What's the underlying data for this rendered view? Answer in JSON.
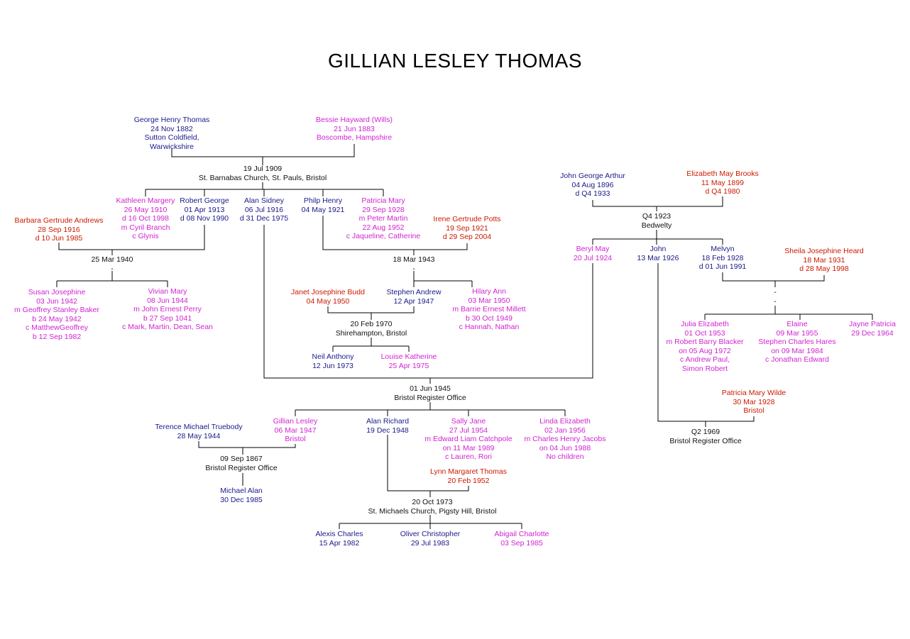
{
  "title": "GILLIAN LESLEY THOMAS",
  "colors": {
    "navy": "#1a1a8a",
    "magenta": "#d024d0",
    "red": "#cc1a00",
    "black": "#111111"
  },
  "people": {
    "george_henry": {
      "color": "navy",
      "lines": [
        "George Henry Thomas",
        "24 Nov 1882",
        "Sutton Coldfield,",
        "Warwickshire"
      ]
    },
    "bessie": {
      "color": "magenta",
      "lines": [
        "Bessie Hayward (Wills)",
        "21 Jun 1883",
        "Boscombe, Hampshire"
      ]
    },
    "m1909": {
      "color": "black",
      "lines": [
        "19 Jul 1909",
        "St. Barnabas Church, St. Pauls, Bristol"
      ]
    },
    "kathleen": {
      "color": "magenta",
      "lines": [
        "Kathleen Margery",
        "26 May 1910",
        "d 16 Oct 1998",
        "m Cyril Branch",
        "c Glynis"
      ]
    },
    "robert_george": {
      "color": "navy",
      "lines": [
        "Robert George",
        "01 Apr 1913",
        "d 08 Nov 1990"
      ]
    },
    "alan_sidney": {
      "color": "navy",
      "lines": [
        "Alan Sidney",
        "06 Jul 1916",
        "d 31 Dec 1975"
      ]
    },
    "philip_henry": {
      "color": "navy",
      "lines": [
        "Philp Henry",
        "04 May 1921"
      ]
    },
    "patricia_mary": {
      "color": "magenta",
      "lines": [
        "Patricia Mary",
        "29 Sep 1928",
        "m Peter Martin",
        "22 Aug 1952",
        "c Jaqueline, Catherine"
      ]
    },
    "barbara": {
      "color": "red",
      "lines": [
        "Barbara Gertrude Andrews",
        "28 Sep 1916",
        "d 10 Jun 1985"
      ]
    },
    "irene": {
      "color": "red",
      "lines": [
        "Irene Gertrude Potts",
        "19 Sep 1921",
        "d 29 Sep 2004"
      ]
    },
    "m1940": {
      "color": "black",
      "lines": [
        "25 Mar 1940",
        "-"
      ]
    },
    "susan": {
      "color": "magenta",
      "lines": [
        "Susan Josephine",
        "03 Jun 1942",
        "m Geoffrey Stanley Baker",
        "b 24 May 1942",
        "c MatthewGeoffrey",
        "b 12 Sep 1982"
      ]
    },
    "vivian": {
      "color": "magenta",
      "lines": [
        "Vivian Mary",
        "08 Jun 1944",
        "m John Ernest Perry",
        "b 27 Sep 1041",
        "c Mark, Martin, Dean, Sean"
      ]
    },
    "m1943": {
      "color": "black",
      "lines": [
        "18 Mar 1943",
        "-"
      ]
    },
    "janet": {
      "color": "red",
      "lines": [
        "Janet Josephine Budd",
        "04 May 1950"
      ]
    },
    "stephen": {
      "color": "navy",
      "lines": [
        "Stephen Andrew",
        "12 Apr 1947"
      ]
    },
    "hilary": {
      "color": "magenta",
      "lines": [
        "Hilary Ann",
        "03 Mar 1950",
        "m Barrie Ernest Millett",
        "b 30 Oct 1949",
        "c Hannah, Nathan"
      ]
    },
    "m1970": {
      "color": "black",
      "lines": [
        "20 Feb 1970",
        "Shirehampton, Bristol"
      ]
    },
    "neil": {
      "color": "navy",
      "lines": [
        "Neil Anthony",
        "12 Jun 1973"
      ]
    },
    "louise": {
      "color": "magenta",
      "lines": [
        "Louise Katherine",
        "25 Apr 1975"
      ]
    },
    "john_george": {
      "color": "navy",
      "lines": [
        "John George Arthur",
        "04 Aug 1896",
        "d Q4 1933"
      ]
    },
    "elizabeth_may": {
      "color": "red",
      "lines": [
        "Elizabeth May Brooks",
        "11 May 1899",
        "d Q4 1980"
      ]
    },
    "m1923": {
      "color": "black",
      "lines": [
        "Q4 1923",
        "Bedwelty"
      ]
    },
    "beryl": {
      "color": "magenta",
      "lines": [
        "Beryl May",
        "20 Jul 1924"
      ]
    },
    "john": {
      "color": "navy",
      "lines": [
        "John",
        "13 Mar 1926"
      ]
    },
    "melvyn": {
      "color": "navy",
      "lines": [
        "Melvyn",
        "18 Feb 1928",
        "d 01 Jun 1991"
      ]
    },
    "sheila": {
      "color": "red",
      "lines": [
        "Sheila Josephine Heard",
        "18 Mar 1931",
        "d 28 May 1998"
      ]
    },
    "m_melvyn": {
      "color": "black",
      "lines": [
        "-",
        "-"
      ]
    },
    "julia": {
      "color": "magenta",
      "lines": [
        "Julia Elizabeth",
        "01 Oct 1953",
        "m Robert Barry Blacker",
        "on 05 Aug 1972",
        "c Andrew Paul,",
        "Simon Robert"
      ]
    },
    "elaine": {
      "color": "magenta",
      "lines": [
        "Elaine",
        "09 Mar 1955",
        "Stephen Charles Hares",
        "on 09 Mar 1984",
        "c Jonathan Edward"
      ]
    },
    "jayne": {
      "color": "magenta",
      "lines": [
        "Jayne Patricia",
        "29 Dec 1964"
      ]
    },
    "m1945": {
      "color": "black",
      "lines": [
        "01 Jun 1945",
        "Bristol Register Office"
      ]
    },
    "patricia_wilde": {
      "color": "red",
      "lines": [
        "Patricia Mary Wilde",
        "30 Mar 1928",
        "Bristol"
      ]
    },
    "m1969": {
      "color": "black",
      "lines": [
        "Q2 1969",
        "Bristol Register Office"
      ]
    },
    "terence": {
      "color": "navy",
      "lines": [
        "Terence Michael Truebody",
        "28 May 1944"
      ]
    },
    "gillian": {
      "color": "magenta",
      "lines": [
        "Gillian Lesley",
        "06 Mar 1947",
        "Bristol"
      ]
    },
    "alan_richard": {
      "color": "navy",
      "lines": [
        "Alan Richard",
        "19 Dec 1948"
      ]
    },
    "sally": {
      "color": "magenta",
      "lines": [
        "Sally Jane",
        "27 Jul 1954",
        "m Edward Liam Catchpole",
        "on 11 Mar 1989",
        "c Lauren, Rori"
      ]
    },
    "linda": {
      "color": "magenta",
      "lines": [
        "Linda Elizabeth",
        "02 Jan 1956",
        "m Charles Henry Jacobs",
        "on 04 Jun 1988",
        "No children"
      ]
    },
    "m1867": {
      "color": "black",
      "lines": [
        "09 Sep 1867",
        "Bristol Register Office"
      ]
    },
    "michael": {
      "color": "navy",
      "lines": [
        "Michael Alan",
        "30 Dec 1985"
      ]
    },
    "lynn": {
      "color": "red",
      "lines": [
        "Lynn Margaret Thomas",
        "20 Feb 1952"
      ]
    },
    "m1973": {
      "color": "black",
      "lines": [
        "20 Oct 1973",
        "St. Michaels Church, Pigsty Hill, Bristol"
      ]
    },
    "alexis": {
      "color": "navy",
      "lines": [
        "Alexis Charles",
        "15 Apr 1982"
      ]
    },
    "oliver": {
      "color": "navy",
      "lines": [
        "Oliver Christopher",
        "29 Jul 1983"
      ]
    },
    "abigail": {
      "color": "magenta",
      "lines": [
        "Abigail Charlotte",
        "03 Sep 1985"
      ]
    }
  }
}
